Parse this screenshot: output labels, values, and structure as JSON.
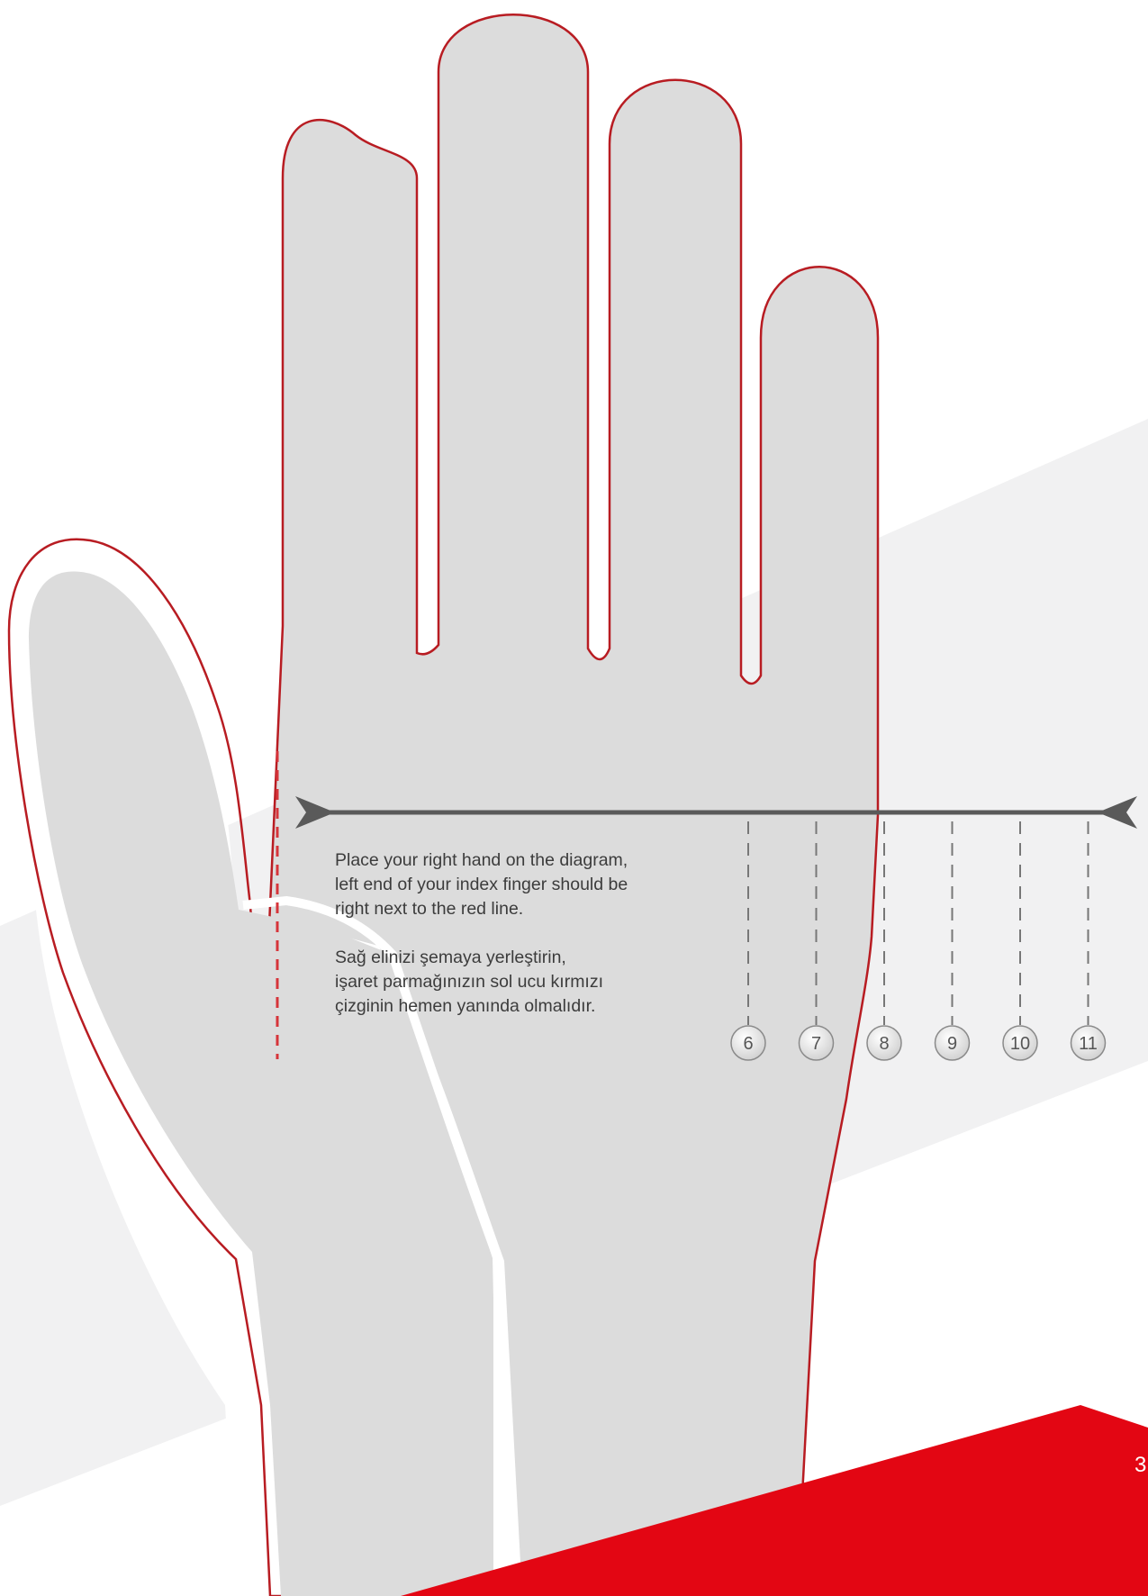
{
  "instructions": {
    "en": [
      "Place your right hand on the diagram,",
      "left end of your index finger should be",
      "right next to the red line."
    ],
    "tr": [
      "Sağ elinizi şemaya yerleştirin,",
      "işaret parmağınızın sol ucu kırmızı",
      "çizginin hemen yanında olmalıdır."
    ]
  },
  "size_scale": [
    "6",
    "7",
    "8",
    "9",
    "10",
    "11"
  ],
  "page_number": "3",
  "colors": {
    "hand_fill": "#dcdcdc",
    "hand_outline": "#b81c22",
    "reference_line": "#d6343a",
    "arrow": "#5a5a5a",
    "size_markers": "#777777",
    "background_band": "#f1f1f2",
    "corner_accent": "#e30613",
    "page_number": "#ffffff"
  }
}
